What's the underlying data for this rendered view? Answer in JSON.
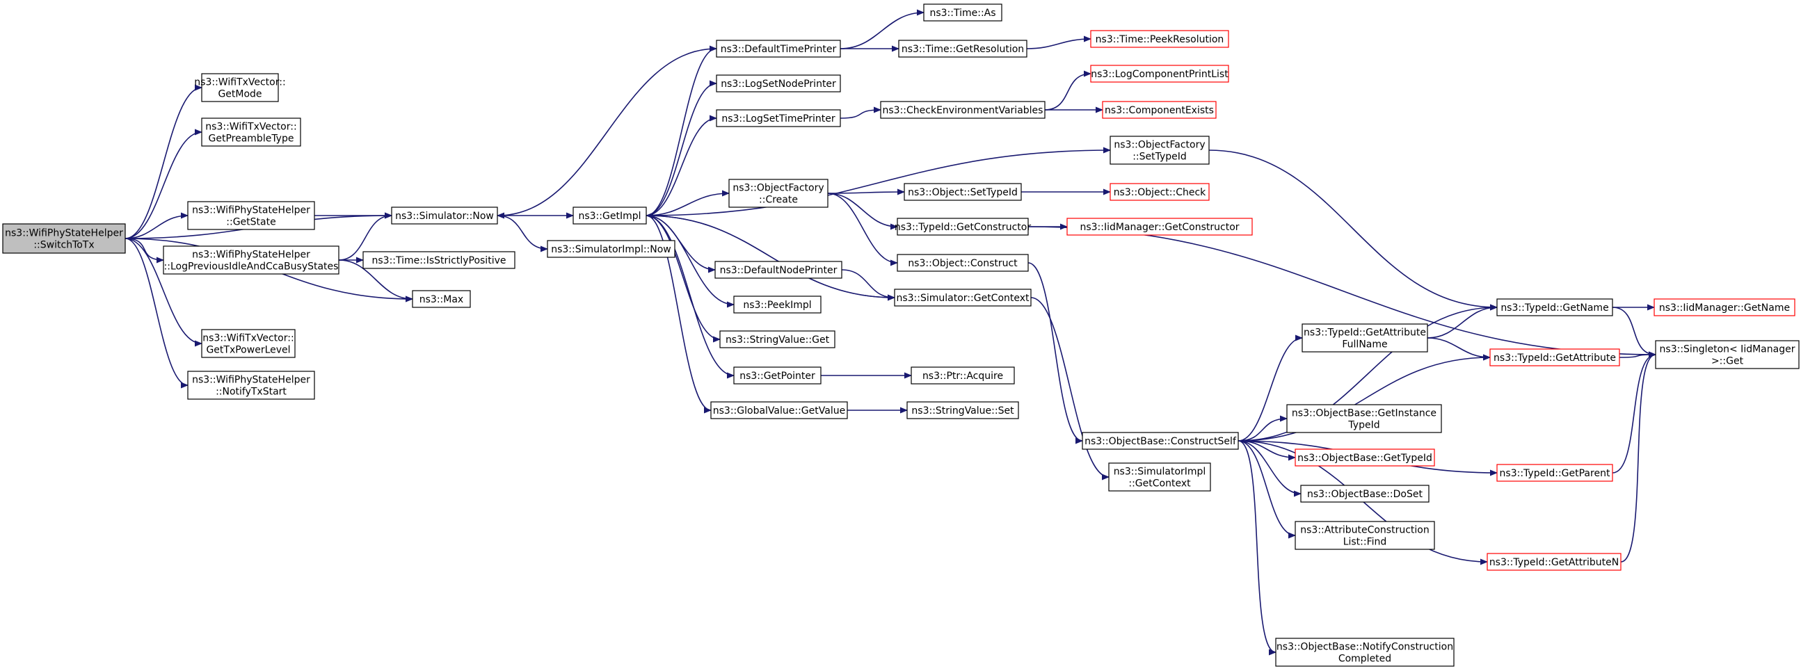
{
  "colors": {
    "edge": "#191970",
    "node_border": "#000000",
    "node_border_truncated": "#ff0000",
    "node_fill": "#ffffff",
    "root_fill": "#bfbfbf",
    "text": "#000000"
  },
  "nodes": [
    {
      "id": "root",
      "lines": [
        "ns3::WifiPhyStateHelper",
        "::SwitchToTx"
      ],
      "border": "black",
      "root": true
    },
    {
      "id": "getmode",
      "lines": [
        "ns3::WifiTxVector::",
        "GetMode"
      ],
      "border": "black"
    },
    {
      "id": "getpreamble",
      "lines": [
        "ns3::WifiTxVector::",
        "GetPreambleType"
      ],
      "border": "black"
    },
    {
      "id": "getstate",
      "lines": [
        "ns3::WifiPhyStateHelper",
        "::GetState"
      ],
      "border": "black"
    },
    {
      "id": "logprev",
      "lines": [
        "ns3::WifiPhyStateHelper",
        "::LogPreviousIdleAndCcaBusyStates"
      ],
      "border": "black"
    },
    {
      "id": "gettxpower",
      "lines": [
        "ns3::WifiTxVector::",
        "GetTxPowerLevel"
      ],
      "border": "black"
    },
    {
      "id": "notifytx",
      "lines": [
        "ns3::WifiPhyStateHelper",
        "::NotifyTxStart"
      ],
      "border": "black"
    },
    {
      "id": "simnow",
      "lines": [
        "ns3::Simulator::Now"
      ],
      "border": "black"
    },
    {
      "id": "strictly",
      "lines": [
        "ns3::Time::IsStrictlyPositive"
      ],
      "border": "black"
    },
    {
      "id": "max",
      "lines": [
        "ns3::Max"
      ],
      "border": "black"
    },
    {
      "id": "getimpl",
      "lines": [
        "ns3::GetImpl"
      ],
      "border": "black"
    },
    {
      "id": "simimplnow",
      "lines": [
        "ns3::SimulatorImpl::Now"
      ],
      "border": "black"
    },
    {
      "id": "deftimeprinter",
      "lines": [
        "ns3::DefaultTimePrinter"
      ],
      "border": "black"
    },
    {
      "id": "logsetnode",
      "lines": [
        "ns3::LogSetNodePrinter"
      ],
      "border": "black"
    },
    {
      "id": "logsettime",
      "lines": [
        "ns3::LogSetTimePrinter"
      ],
      "border": "black"
    },
    {
      "id": "ofcreate",
      "lines": [
        "ns3::ObjectFactory",
        "::Create"
      ],
      "border": "black"
    },
    {
      "id": "defnodeprinter",
      "lines": [
        "ns3::DefaultNodePrinter"
      ],
      "border": "black"
    },
    {
      "id": "peekimpl",
      "lines": [
        "ns3::PeekImpl"
      ],
      "border": "black"
    },
    {
      "id": "strvalget",
      "lines": [
        "ns3::StringValue::Get"
      ],
      "border": "black"
    },
    {
      "id": "getpointer",
      "lines": [
        "ns3::GetPointer"
      ],
      "border": "black"
    },
    {
      "id": "gvgetvalue",
      "lines": [
        "ns3::GlobalValue::GetValue"
      ],
      "border": "black"
    },
    {
      "id": "timeas",
      "lines": [
        "ns3::Time::As"
      ],
      "border": "black"
    },
    {
      "id": "timegetres",
      "lines": [
        "ns3::Time::GetResolution"
      ],
      "border": "black"
    },
    {
      "id": "checkenv",
      "lines": [
        "ns3::CheckEnvironmentVariables"
      ],
      "border": "black"
    },
    {
      "id": "objsettypeid",
      "lines": [
        "ns3::Object::SetTypeId"
      ],
      "border": "black"
    },
    {
      "id": "typeidgetctor",
      "lines": [
        "ns3::TypeId::GetConstructor"
      ],
      "border": "black"
    },
    {
      "id": "objconstruct",
      "lines": [
        "ns3::Object::Construct"
      ],
      "border": "black"
    },
    {
      "id": "simgetctx",
      "lines": [
        "ns3::Simulator::GetContext"
      ],
      "border": "black"
    },
    {
      "id": "ptracquire",
      "lines": [
        "ns3::Ptr::Acquire"
      ],
      "border": "black"
    },
    {
      "id": "strvalset",
      "lines": [
        "ns3::StringValue::Set"
      ],
      "border": "black"
    },
    {
      "id": "timepeekres",
      "lines": [
        "ns3::Time::PeekResolution"
      ],
      "border": "red"
    },
    {
      "id": "logcomplist",
      "lines": [
        "ns3::LogComponentPrintList"
      ],
      "border": "red"
    },
    {
      "id": "compexists",
      "lines": [
        "ns3::ComponentExists"
      ],
      "border": "red"
    },
    {
      "id": "ofsettypeid",
      "lines": [
        "ns3::ObjectFactory",
        "::SetTypeId"
      ],
      "border": "black"
    },
    {
      "id": "objcheck",
      "lines": [
        "ns3::Object::Check"
      ],
      "border": "red"
    },
    {
      "id": "iidgetctor",
      "lines": [
        "ns3::IidManager::GetConstructor"
      ],
      "border": "red"
    },
    {
      "id": "obconstructself",
      "lines": [
        "ns3::ObjectBase::ConstructSelf"
      ],
      "border": "black"
    },
    {
      "id": "simimplgetctx",
      "lines": [
        "ns3::SimulatorImpl",
        "::GetContext"
      ],
      "border": "black"
    },
    {
      "id": "typeidgetname",
      "lines": [
        "ns3::TypeId::GetName"
      ],
      "border": "black"
    },
    {
      "id": "typeidgetattrfull",
      "lines": [
        "ns3::TypeId::GetAttribute",
        "FullName"
      ],
      "border": "black"
    },
    {
      "id": "typeidgetattr",
      "lines": [
        "ns3::TypeId::GetAttribute"
      ],
      "border": "red"
    },
    {
      "id": "obgetinsttypeid",
      "lines": [
        "ns3::ObjectBase::GetInstance",
        "TypeId"
      ],
      "border": "black"
    },
    {
      "id": "obgettypeid",
      "lines": [
        "ns3::ObjectBase::GetTypeId"
      ],
      "border": "red"
    },
    {
      "id": "obdoset",
      "lines": [
        "ns3::ObjectBase::DoSet"
      ],
      "border": "black"
    },
    {
      "id": "attrconstrfind",
      "lines": [
        "ns3::AttributeConstruction",
        "List::Find"
      ],
      "border": "black"
    },
    {
      "id": "obnotifyconstr",
      "lines": [
        "ns3::ObjectBase::NotifyConstruction",
        "Completed"
      ],
      "border": "black"
    },
    {
      "id": "typeidgetparent",
      "lines": [
        "ns3::TypeId::GetParent"
      ],
      "border": "red"
    },
    {
      "id": "typeidgetattrn",
      "lines": [
        "ns3::TypeId::GetAttributeN"
      ],
      "border": "red"
    },
    {
      "id": "iidgetname",
      "lines": [
        "ns3::IidManager::GetName"
      ],
      "border": "red"
    },
    {
      "id": "singletonget",
      "lines": [
        "ns3::Singleton< IidManager",
        " >::Get"
      ],
      "border": "black"
    }
  ],
  "edges": [
    [
      "root",
      "getmode"
    ],
    [
      "root",
      "getpreamble"
    ],
    [
      "root",
      "simnow"
    ],
    [
      "root",
      "getstate"
    ],
    [
      "root",
      "logprev"
    ],
    [
      "root",
      "max"
    ],
    [
      "root",
      "gettxpower"
    ],
    [
      "root",
      "notifytx"
    ],
    [
      "getstate",
      "simnow"
    ],
    [
      "logprev",
      "simnow"
    ],
    [
      "logprev",
      "strictly"
    ],
    [
      "logprev",
      "max"
    ],
    [
      "simnow",
      "getimpl"
    ],
    [
      "simnow",
      "simimplnow"
    ],
    [
      "getimpl",
      "deftimeprinter"
    ],
    [
      "getimpl",
      "logsetnode"
    ],
    [
      "getimpl",
      "logsettime"
    ],
    [
      "getimpl",
      "ofcreate"
    ],
    [
      "getimpl",
      "ofsettypeid"
    ],
    [
      "getimpl",
      "defnodeprinter"
    ],
    [
      "getimpl",
      "peekimpl"
    ],
    [
      "getimpl",
      "strvalget"
    ],
    [
      "getimpl",
      "getpointer"
    ],
    [
      "getimpl",
      "gvgetvalue"
    ],
    [
      "getimpl",
      "simgetctx"
    ],
    [
      "deftimeprinter",
      "simnow"
    ],
    [
      "deftimeprinter",
      "timeas"
    ],
    [
      "deftimeprinter",
      "timegetres"
    ],
    [
      "timegetres",
      "timepeekres"
    ],
    [
      "logsettime",
      "checkenv"
    ],
    [
      "checkenv",
      "logcomplist"
    ],
    [
      "checkenv",
      "compexists"
    ],
    [
      "ofcreate",
      "objsettypeid"
    ],
    [
      "ofcreate",
      "typeidgetctor"
    ],
    [
      "ofcreate",
      "objconstruct"
    ],
    [
      "objsettypeid",
      "objcheck"
    ],
    [
      "typeidgetctor",
      "iidgetctor"
    ],
    [
      "typeidgetctor",
      "singletonget"
    ],
    [
      "objconstruct",
      "obconstructself"
    ],
    [
      "defnodeprinter",
      "simgetctx"
    ],
    [
      "simgetctx",
      "getimpl"
    ],
    [
      "simgetctx",
      "simimplgetctx"
    ],
    [
      "getpointer",
      "ptracquire"
    ],
    [
      "gvgetvalue",
      "strvalset"
    ],
    [
      "ofsettypeid",
      "typeidgetname"
    ],
    [
      "obconstructself",
      "typeidgetname"
    ],
    [
      "obconstructself",
      "typeidgetattrfull"
    ],
    [
      "obconstructself",
      "typeidgetattr"
    ],
    [
      "obconstructself",
      "obgetinsttypeid"
    ],
    [
      "obconstructself",
      "obgettypeid"
    ],
    [
      "obconstructself",
      "obdoset"
    ],
    [
      "obconstructself",
      "attrconstrfind"
    ],
    [
      "obconstructself",
      "obnotifyconstr"
    ],
    [
      "obconstructself",
      "typeidgetparent"
    ],
    [
      "obconstructself",
      "typeidgetattrn"
    ],
    [
      "typeidgetattrfull",
      "typeidgetname"
    ],
    [
      "typeidgetattrfull",
      "typeidgetattr"
    ],
    [
      "typeidgetname",
      "iidgetname"
    ],
    [
      "typeidgetname",
      "singletonget"
    ],
    [
      "typeidgetattr",
      "singletonget"
    ],
    [
      "typeidgetparent",
      "singletonget"
    ],
    [
      "typeidgetattrn",
      "singletonget"
    ]
  ]
}
